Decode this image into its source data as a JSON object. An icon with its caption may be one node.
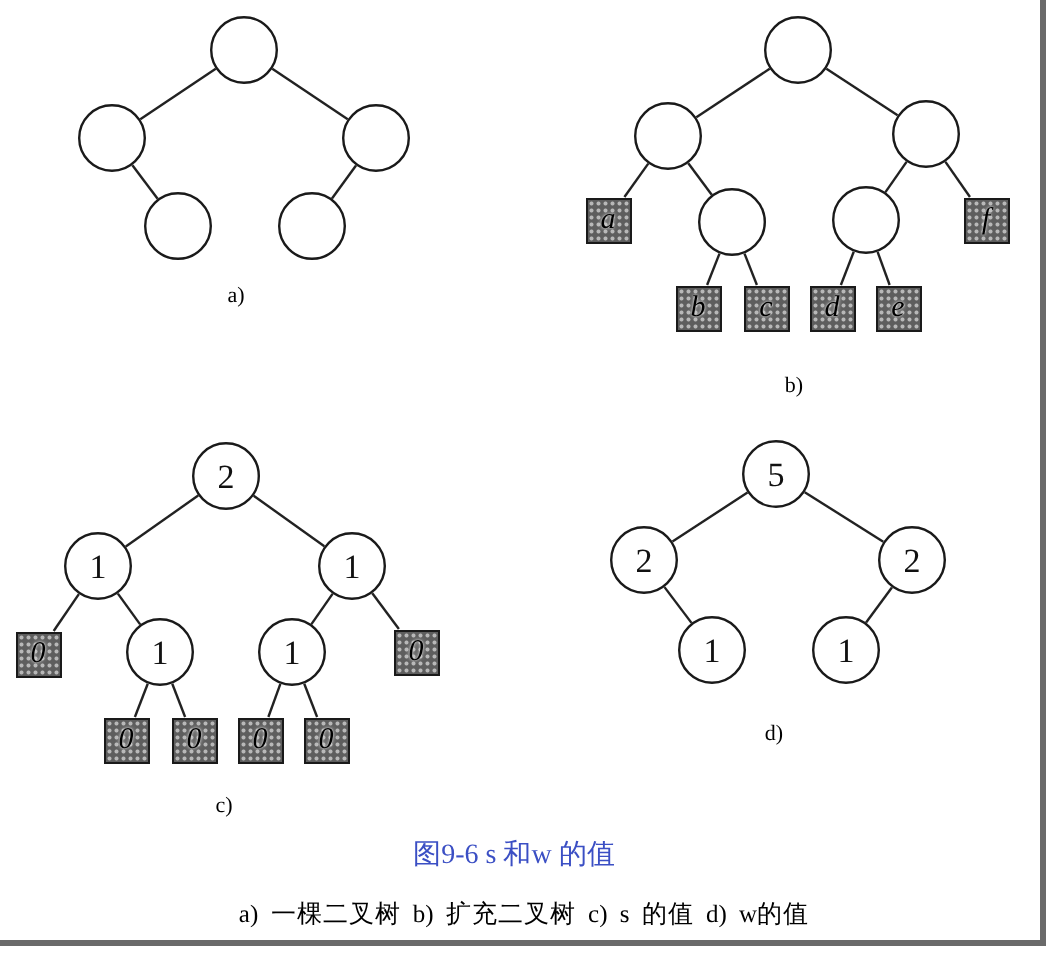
{
  "diagram": {
    "caption": "图9-6 s 和w 的值",
    "nodes": [
      {
        "text": [],
        "shape": "circle"
      },
      {
        "text": [],
        "shape": "circle"
      },
      {
        "text": [],
        "shape": "circle"
      },
      {
        "text": [],
        "shape": "circle"
      },
      {
        "text": [],
        "shape": "circle"
      },
      {
        "text": [],
        "shape": "circle"
      },
      {
        "text": [],
        "shape": "circle"
      },
      {
        "text": [],
        "shape": "circle"
      },
      {
        "text": [
          "a"
        ]
      },
      {
        "text": [],
        "shape": "circle"
      },
      {
        "text": [],
        "shape": "circle"
      },
      {
        "text": [
          "f"
        ]
      },
      {
        "text": [
          "b"
        ]
      },
      {
        "text": [
          "c"
        ]
      },
      {
        "text": [
          "d"
        ]
      },
      {
        "text": [
          "e"
        ]
      },
      {
        "text": [
          "2"
        ]
      },
      {
        "text": [
          "1"
        ]
      },
      {
        "text": [
          "1"
        ]
      },
      {
        "text": [
          "0"
        ]
      },
      {
        "text": [
          "1"
        ]
      },
      {
        "text": [
          "1"
        ]
      },
      {
        "text": [
          "0"
        ]
      },
      {
        "text": [
          "0"
        ]
      },
      {
        "text": [
          "0"
        ]
      },
      {
        "text": [
          "0"
        ]
      },
      {
        "text": [
          "0"
        ]
      },
      {
        "text": [
          "5"
        ]
      },
      {
        "text": [
          "2"
        ]
      },
      {
        "text": [
          "2"
        ]
      },
      {
        "text": [
          "1"
        ]
      },
      {
        "text": [
          "1"
        ]
      }
    ],
    "edges": [
      {
        "from": 0,
        "to": 1,
        "arrow": "none"
      },
      {
        "from": 0,
        "to": 2,
        "arrow": "none"
      },
      {
        "from": 1,
        "to": 3,
        "arrow": "none"
      },
      {
        "from": 2,
        "to": 4,
        "arrow": "none"
      },
      {
        "from": 5,
        "to": 6,
        "arrow": "none"
      },
      {
        "from": 5,
        "to": 7,
        "arrow": "none"
      },
      {
        "from": 6,
        "to": 8,
        "arrow": "none"
      },
      {
        "from": 6,
        "to": 9,
        "arrow": "none"
      },
      {
        "from": 7,
        "to": 10,
        "arrow": "none"
      },
      {
        "from": 7,
        "to": 11,
        "arrow": "none"
      },
      {
        "from": 9,
        "to": 12,
        "arrow": "none"
      },
      {
        "from": 9,
        "to": 13,
        "arrow": "none"
      },
      {
        "from": 10,
        "to": 14,
        "arrow": "none"
      },
      {
        "from": 10,
        "to": 15,
        "arrow": "none"
      },
      {
        "from": 16,
        "to": 17,
        "arrow": "none"
      },
      {
        "from": 16,
        "to": 18,
        "arrow": "none"
      },
      {
        "from": 17,
        "to": 19,
        "arrow": "none"
      },
      {
        "from": 17,
        "to": 20,
        "arrow": "none"
      },
      {
        "from": 18,
        "to": 21,
        "arrow": "none"
      },
      {
        "from": 18,
        "to": 22,
        "arrow": "none"
      },
      {
        "from": 20,
        "to": 23,
        "arrow": "none"
      },
      {
        "from": 20,
        "to": 24,
        "arrow": "none"
      },
      {
        "from": 21,
        "to": 25,
        "arrow": "none"
      },
      {
        "from": 21,
        "to": 26,
        "arrow": "none"
      },
      {
        "from": 27,
        "to": 28,
        "arrow": "none"
      },
      {
        "from": 27,
        "to": 29,
        "arrow": "none"
      },
      {
        "from": 28,
        "to": 30,
        "arrow": "none"
      },
      {
        "from": 29,
        "to": 31,
        "arrow": "none"
      }
    ],
    "labels": [
      "a)",
      "b)",
      "c)",
      "d)",
      "a) 一棵二叉树 b) 扩充二叉树 c) s 的值 d) w的值"
    ]
  }
}
